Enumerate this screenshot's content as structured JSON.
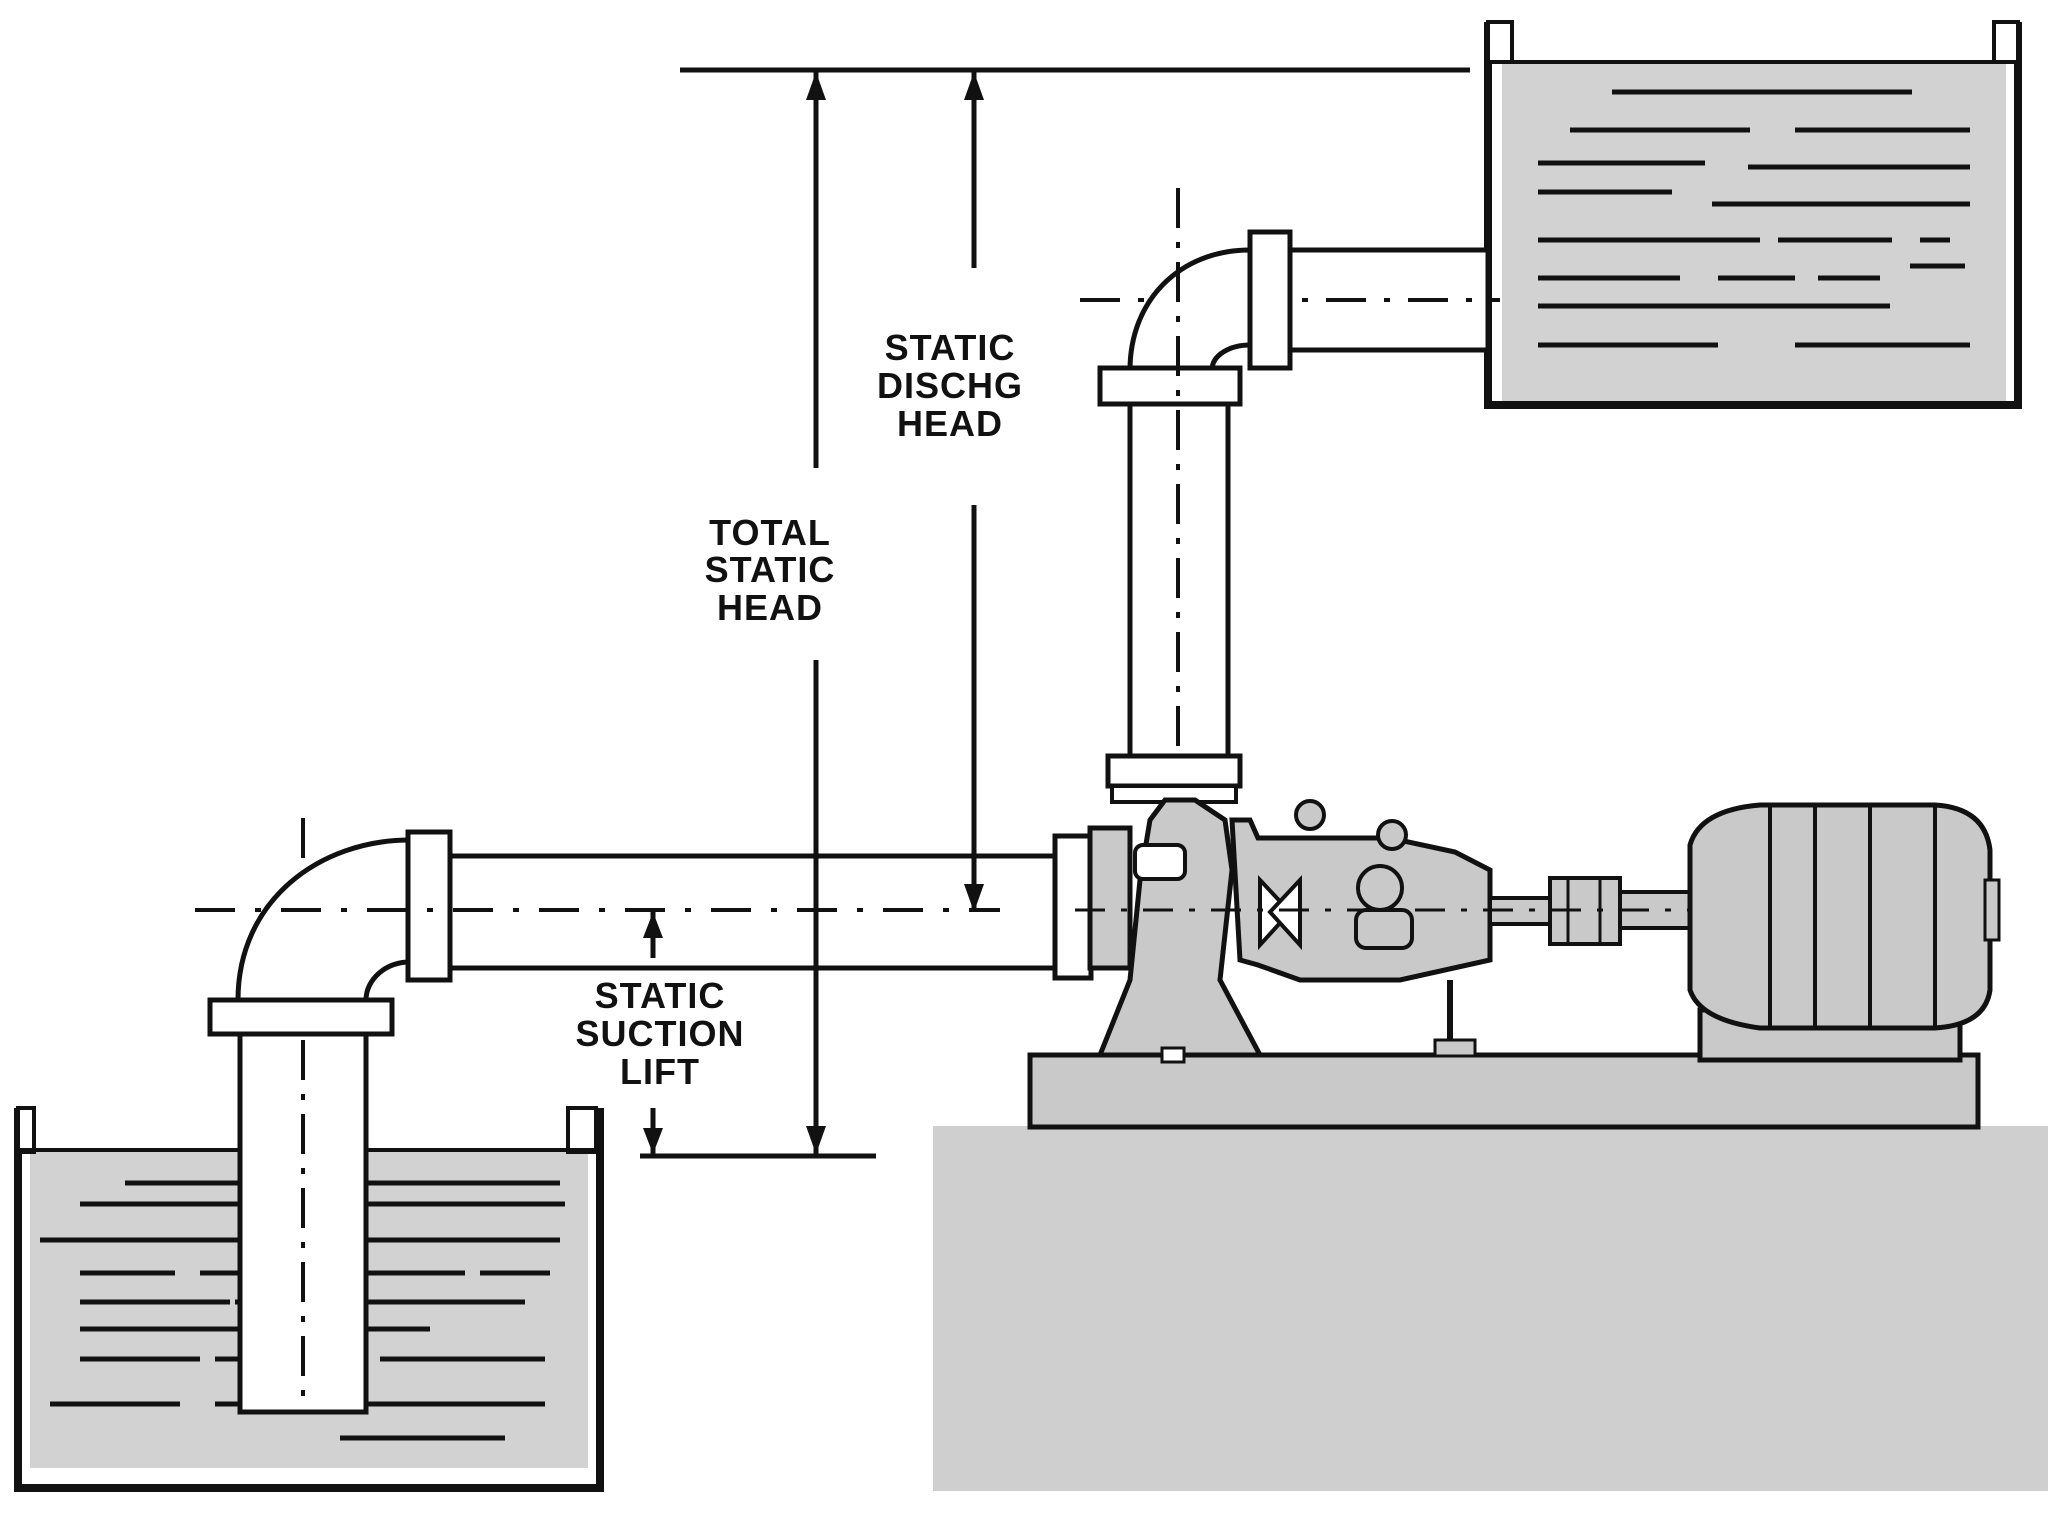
{
  "labels": {
    "total_static_head": [
      "TOTAL",
      "STATIC",
      "HEAD"
    ],
    "static_discharge_head": [
      "STATIC",
      "DISCHG",
      "HEAD"
    ],
    "static_suction_lift": [
      "STATIC",
      "SUCTION",
      "LIFT"
    ]
  },
  "colors": {
    "line": "#111111",
    "liquid": "#d2d2d2",
    "ground": "#cfcfcf",
    "equipment": "#c9c9c9",
    "background": "#ffffff"
  }
}
